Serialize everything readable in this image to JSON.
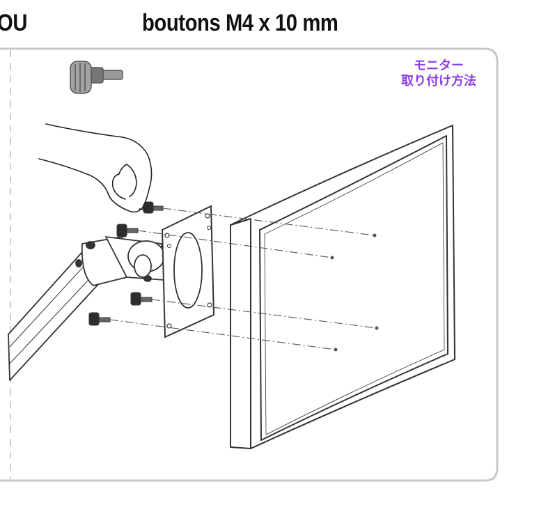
{
  "header": {
    "left_label": "OU",
    "title": "boutons M4 x 10 mm"
  },
  "panel": {
    "caption_line1": "モニター",
    "caption_line2": "取り付け方法",
    "accent_color": "#8b3fe8",
    "border_color": "#c8c8c8"
  }
}
